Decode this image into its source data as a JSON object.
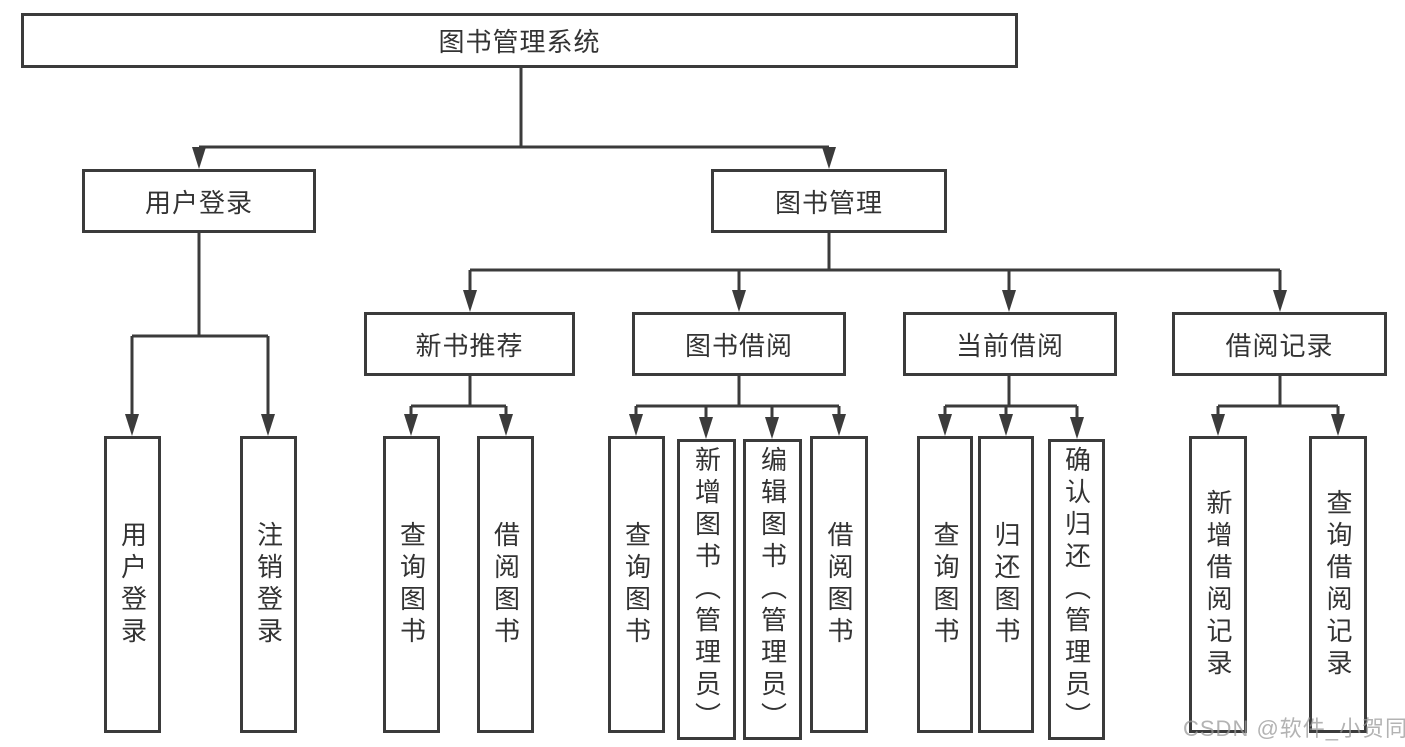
{
  "diagram_title": "图书管理系统",
  "watermark": "CSDN @软件_小贺同学",
  "colors": {
    "line": "#3b3b3b",
    "border": "#3b3b3b",
    "text": "#333333",
    "background": "#ffffff",
    "watermark": "#9a9a9a"
  },
  "nodes": {
    "root": {
      "label": "图书管理系统"
    },
    "login": {
      "label": "用户登录"
    },
    "mgmt": {
      "label": "图书管理"
    },
    "rec": {
      "label": "新书推荐"
    },
    "borrow": {
      "label": "图书借阅"
    },
    "current": {
      "label": "当前借阅"
    },
    "record": {
      "label": "借阅记录"
    },
    "login_user": {
      "label": "用户登录"
    },
    "login_logout": {
      "label": "注销登录"
    },
    "rec_query": {
      "label": "查询图书"
    },
    "rec_borrow": {
      "label": "借阅图书"
    },
    "borrow_query": {
      "label": "查询图书"
    },
    "borrow_add": {
      "label": "新增图书（管理员）"
    },
    "borrow_edit": {
      "label": "编辑图书（管理员）"
    },
    "borrow_borrow": {
      "label": "借阅图书"
    },
    "current_query": {
      "label": "查询图书"
    },
    "current_return": {
      "label": "归还图书"
    },
    "current_confirm": {
      "label": "确认归还（管理员）"
    },
    "record_add": {
      "label": "新增借阅记录"
    },
    "record_query": {
      "label": "查询借阅记录"
    }
  }
}
